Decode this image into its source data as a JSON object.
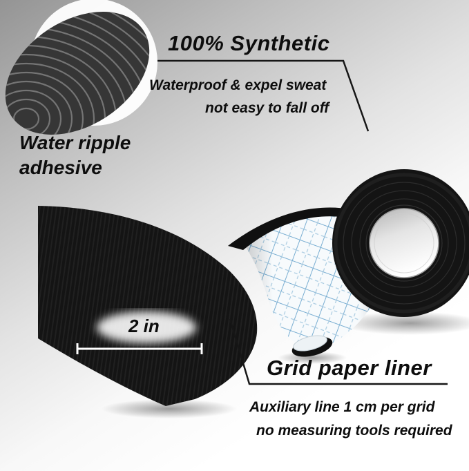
{
  "annotations": {
    "synthetic": {
      "title": "100% Synthetic",
      "subtitle_line1": "Waterproof & expel sweat",
      "subtitle_line2": "not easy to fall off"
    },
    "adhesive": {
      "label_line1": "Water ripple",
      "label_line2": "adhesive"
    },
    "width": {
      "label": "2 in"
    },
    "liner": {
      "title": "Grid paper liner",
      "subtitle_line1": "Auxiliary line 1 cm per grid",
      "subtitle_line2": "no measuring tools required"
    }
  },
  "colors": {
    "background_top": "#949494",
    "background_bottom": "#ffffff",
    "tape_black": "#141414",
    "liner_white": "#f7fafc",
    "grid_blue": "#79aed2",
    "text": "#0d0d0d",
    "callout_line": "#161616",
    "measure_line": "#ffffff"
  }
}
